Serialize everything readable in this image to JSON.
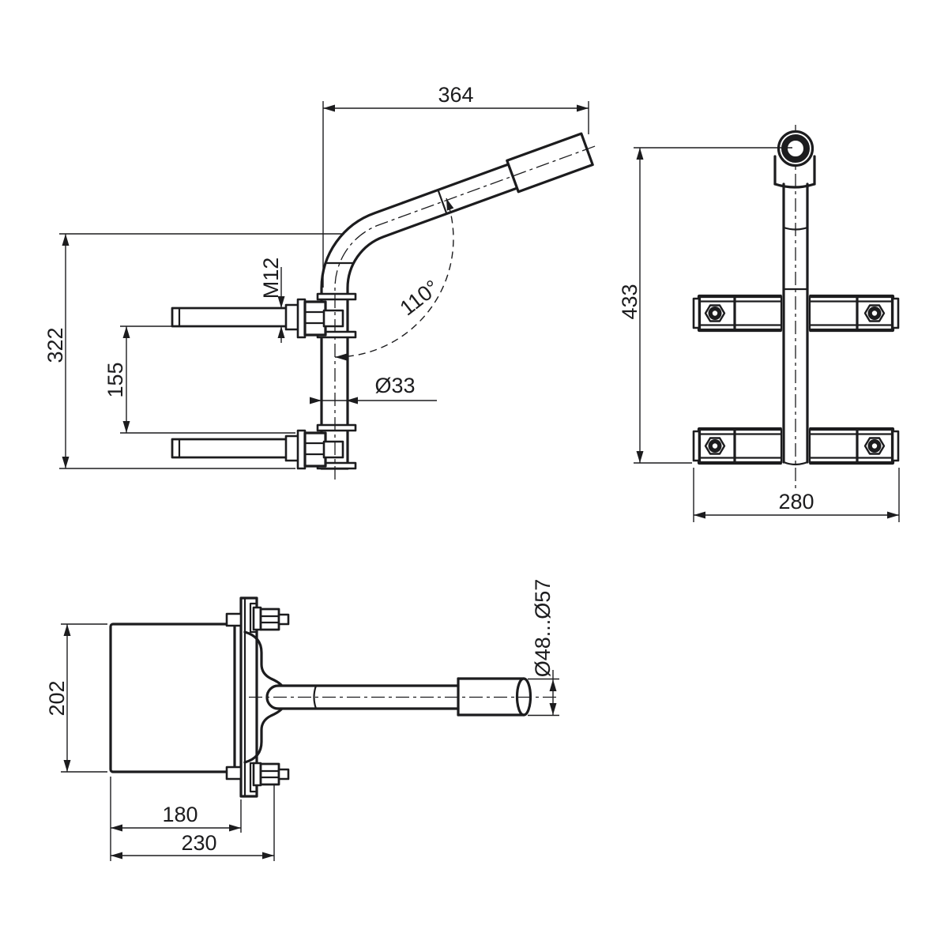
{
  "colors": {
    "ink": "#1c1c1e",
    "background": "#ffffff"
  },
  "drawing": {
    "side_view": {
      "reach": "364",
      "plate_height": "322",
      "rod_spacing": "155",
      "thread_size": "M12",
      "bend_angle": "110°",
      "tube_diameter": "Ø33"
    },
    "front_view": {
      "overall_height": "433",
      "clamp_width": "280"
    },
    "top_view": {
      "pole_depth": "202",
      "pole_width": "180",
      "overall_depth": "230",
      "spigot_diameter": "Ø48...Ø57"
    }
  }
}
